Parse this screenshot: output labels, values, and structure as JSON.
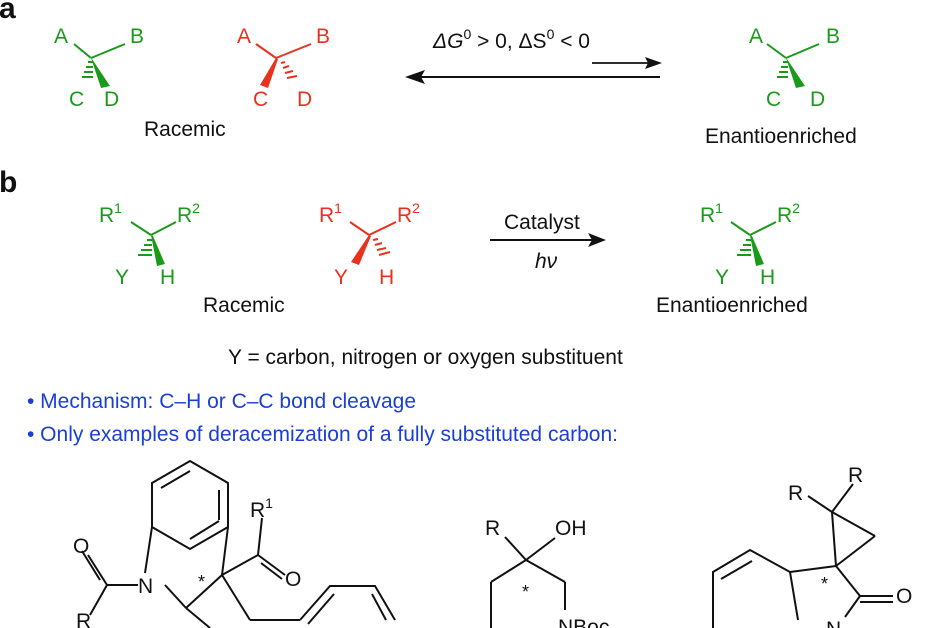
{
  "panel_a": {
    "label": "a",
    "racemic_label": "Racemic",
    "enantioenriched_label": "Enantioenriched",
    "thermo_delta_g": "ΔG",
    "thermo_zero1": "0",
    "thermo_mid": " > 0, ΔS",
    "thermo_zero2": "0",
    "thermo_end": " < 0",
    "atoms": {
      "A": "A",
      "B": "B",
      "C": "C",
      "D": "D"
    }
  },
  "panel_b": {
    "label": "b",
    "racemic_label": "Racemic",
    "enantioenriched_label": "Enantioenriched",
    "catalyst_label": "Catalyst",
    "light_label": "hν",
    "atoms": {
      "R": "R",
      "one": "1",
      "two": "2",
      "Y": "Y",
      "H": "H"
    },
    "y_definition": "Y = carbon, nitrogen or oxygen substituent"
  },
  "bullets": [
    "• Mechanism: C–H or C–C bond cleavage",
    "• Only examples of deracemization of a fully substituted carbon:"
  ],
  "structures": {
    "left": {
      "N": "N",
      "O1": "O",
      "O2": "O",
      "R": "R",
      "R1": "R",
      "sup1": "1",
      "star": "*"
    },
    "middle": {
      "R": "R",
      "OH": "OH",
      "NBoc": "NBoc",
      "star": "*"
    },
    "right": {
      "R1": "R",
      "R2": "R",
      "O": "O",
      "N": "N",
      "star": "*"
    }
  },
  "colors": {
    "green": "#1a9a1a",
    "red": "#e8321e",
    "blue": "#1a3fd6",
    "black": "#111111"
  }
}
